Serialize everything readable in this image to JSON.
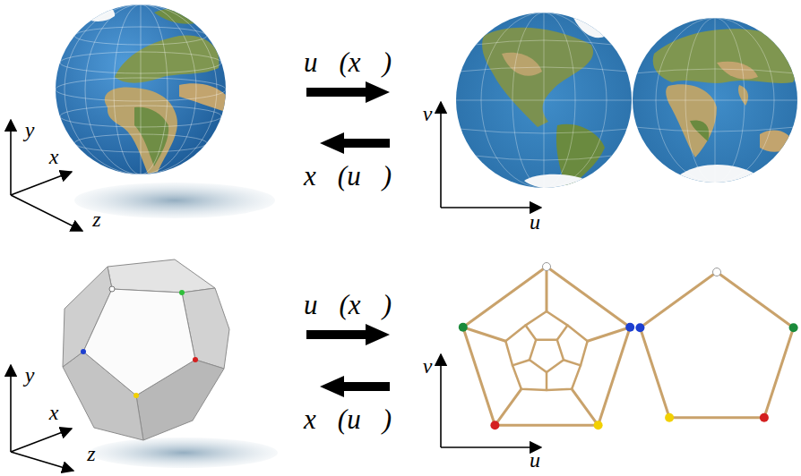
{
  "diagram": {
    "labels": [
      "y",
      "x",
      "z",
      "u⃗(x⃗)",
      "x⃗(u⃗)",
      "v",
      "u",
      "y",
      "x",
      "z",
      "u⃗(x⃗)",
      "x⃗(u⃗)",
      "v",
      "u"
    ]
  }
}
